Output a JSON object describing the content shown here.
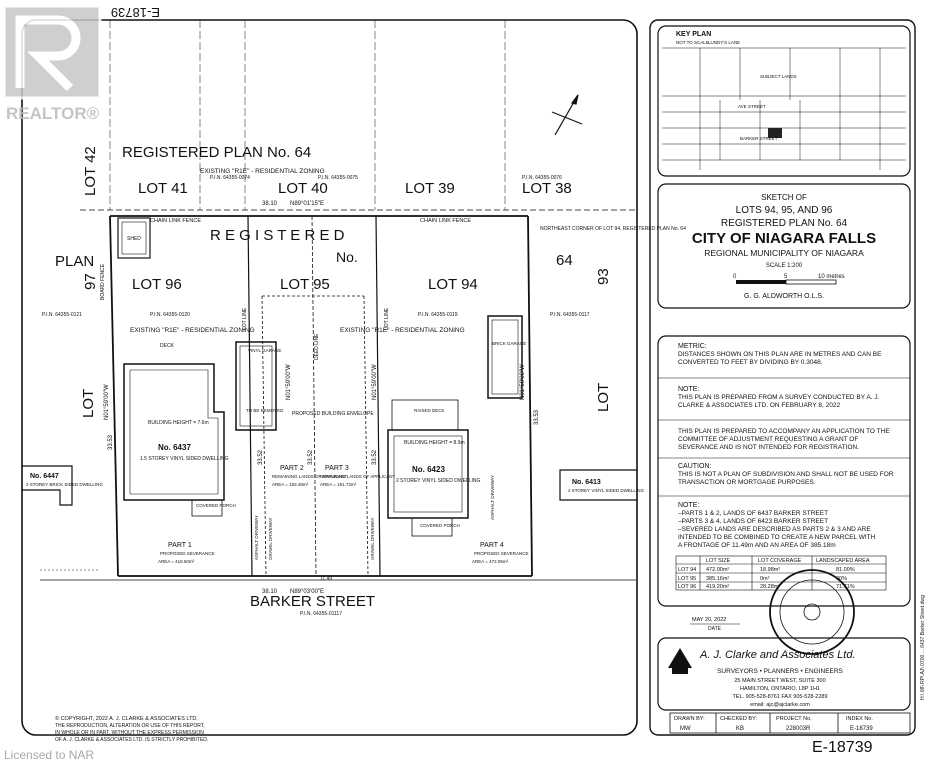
{
  "watermark": {
    "brand": "REALTOR®",
    "licence": "Licensed to NAR"
  },
  "drawing_number": "E-18739",
  "plan_top": {
    "registered_plan": "REGISTERED   PLAN   No.   64",
    "existing_zoning": "EXISTING   \"R1E\"  -  RESIDENTIAL   ZONING",
    "lots": [
      "LOT 41",
      "LOT 40",
      "LOT 39",
      "LOT 38"
    ],
    "lot_42": "LOT 42",
    "pins": [
      "P.I.N. 64355-0074",
      "P.I.N. 64355-0075",
      "P.I.N. 64355-0076"
    ]
  },
  "plan_main": {
    "registered": "R E G I S T E R E D",
    "no": "No.",
    "plan": "PLAN",
    "plan_97": "97",
    "plan_64": "64",
    "plan_93": "93",
    "lots": [
      "LOT 96",
      "LOT 95",
      "LOT 94"
    ],
    "lot_left": "LOT",
    "lot_right": "LOT",
    "chain_fence": "CHAIN LINK FENCE",
    "board_fence": "BOARD FENCE",
    "shed": "SHED",
    "deck": "DECK",
    "raised_deck": "RAISED DECK",
    "vinyl_garage": "VINYL GARAGE",
    "brick_garage": "BRICK GARAGE",
    "to_be_removed": "TO BE REMOVED",
    "house_6437": {
      "no": "No. 6437",
      "desc": "1.5 STOREY VINYL SIDED DWELLING",
      "height": "BUILDING HEIGHT = 7.6m"
    },
    "house_6423": {
      "no": "No. 6423",
      "desc": "2 STOREY VINYL SIDED DWELLING",
      "height": "BUILDING HEIGHT = 8.9m"
    },
    "house_6447": {
      "no": "No. 6447",
      "desc": "2 STOREY BRICK SIDED DWELLING"
    },
    "house_6413": {
      "no": "No. 6413",
      "desc": "2 STOREY VINYL SIDED DWELLING"
    },
    "part1": {
      "label": "PART 1",
      "desc": "PROPOSED SEVERANCE",
      "area": "AREA = 418.50m²"
    },
    "part2": {
      "label": "PART 2",
      "desc": "REMAINING LANDS OF APPLICANT",
      "area": "AREA = 193.48m²"
    },
    "part3": {
      "label": "PART 3",
      "desc": "REMAINING LANDS OF APPLICANT",
      "area": "AREA = 191.72m²"
    },
    "part4": {
      "label": "PART 4",
      "desc": "PROPOSED SEVERANCE",
      "area": "AREA = 472.05m²"
    },
    "building_envelope": "PROPOSED BUILDING ENVELOPE",
    "covered_porch": "COVERED PORCH",
    "asphalt_driveway": "ASPHALT DRIVEWAY",
    "gravel_driveway": "GRAVEL DRIVEWAY",
    "lot_line": "LOT LINE",
    "deed_line": "DEED LINE",
    "bearing_top": "N89°01'15\"E",
    "bearing_bottom": "N89°03'00\"E",
    "bearing_vertical": "N01°59'00\"W",
    "ne_corner": "NORTHEAST CORNER OF LOT 94, REGISTERED PLAN No. 64",
    "dim_38_10": "38.10",
    "dim_11_49": "11.49",
    "dim_33_53": "33.53",
    "dim_33_52": "33.52",
    "street": "BARKER STREET",
    "street_pin": "P.I.N. 64355-01117",
    "pin_left": "P.I.N. 64355-0121",
    "pin_lot96": "P.I.N. 64355-0120",
    "pin_lot94": "P.I.N. 64355-0119",
    "pin_right": "P.I.N. 64355-0117"
  },
  "copyright": {
    "line1": "© COPYRIGHT, 2022   A. J. CLARKE & ASSOCIATES LTD.",
    "line2": "THE REPRODUCTION, ALTERATION OR USE OF THIS REPORT,",
    "line3": "IN WHOLE OR IN PART, WITHOUT THE EXPRESS PERMISSION",
    "line4": "OF A. J. CLARKE & ASSOCIATES LTD. IS STRICTLY PROHIBITED."
  },
  "key_plan": {
    "title": "KEY PLAN",
    "not_to_scale": "NOT TO SCALE",
    "lundys": "LUNDY'S LANE",
    "subject": "SUBJECT LANDS",
    "ave": "AVE STREET",
    "barker": "BARKER STREET"
  },
  "title_block": {
    "sketch_of": "SKETCH OF",
    "lots": "LOTS 94, 95, AND 96",
    "reg_plan": "REGISTERED PLAN No. 64",
    "city": "CITY OF NIAGARA FALLS",
    "region": "REGIONAL MUNICIPALITY OF NIAGARA",
    "scale": "SCALE 1:200",
    "scale_ticks": [
      "0",
      "5",
      "10 metres"
    ],
    "surveyor": "G. G. ALDWORTH O.L.S."
  },
  "metric": {
    "title": "METRIC:",
    "text": "DISTANCES SHOWN ON THIS PLAN ARE IN METRES AND CAN BE CONVERTED TO FEET BY DIVIDING BY 0.3048."
  },
  "note1": {
    "title": "NOTE:",
    "text": "THIS PLAN IS PREPARED FROM A SURVEY CONDUCTED BY A. J. CLARKE & ASSOCIATES LTD. ON FEBRUARY 8, 2022"
  },
  "note2": {
    "text": "THIS PLAN IS PREPARED TO ACCOMPANY AN APPLICATION TO THE COMMITTEE OF ADJUSTMENT REQUESTING A GRANT OF SEVERANCE AND IS NOT INTENDED FOR REGISTRATION."
  },
  "caution": {
    "title": "CAUTION:",
    "text": "THIS IS NOT A PLAN OF SUBDIVISION AND SHALL NOT BE USED FOR TRANSACTION OR MORTGAGE PURPOSES."
  },
  "note3": {
    "title": "NOTE:",
    "lines": [
      "–PARTS 1 & 2, LANDS OF 6437 BARKER STREET",
      "–PARTS 3 & 4, LANDS OF 6423 BARKER STREET",
      "–SEVERED LANDS ARE DESCRIBED AS PARTS 2 & 3 AND ARE",
      "INTENDED TO BE COMBINED TO CREATE A NEW PARCEL WITH",
      "A FRONTAGE OF 11.49m AND AN AREA OF 385.18m"
    ]
  },
  "lot_table": {
    "headers": [
      "",
      "LOT SIZE",
      "LOT COVERAGE",
      "LANDSCAPED AREA"
    ],
    "rows": [
      [
        "LOT 94",
        "472.00m²",
        "18.98m²",
        "81.00%"
      ],
      [
        "LOT 95",
        "385.16m²",
        "0m²",
        "00%"
      ],
      [
        "LOT 96",
        "419.20m²",
        "28.28m²",
        "71.71%"
      ]
    ]
  },
  "date": {
    "value": "MAY 20, 2022",
    "label": "DATE"
  },
  "company": {
    "name": "A. J. Clarke and Associates Ltd.",
    "services": "SURVEYORS • PLANNERS • ENGINEERS",
    "address1": "25 MAIN STREET WEST, SUITE 300",
    "address2": "HAMILTON, ONTARIO, L8P 1H1",
    "phone": "TEL. 905-528-8761   FAX 905-528-2289",
    "email": "email: ajc@ajclarke.com"
  },
  "footer": {
    "headers": [
      "DRAWN BY:",
      "CHECKED BY:",
      "PROJECT No.",
      "INDEX No."
    ],
    "values": [
      "MW",
      "KB",
      "228003R",
      "E-18739"
    ]
  },
  "side_path": "H:\\ 08\\ RP\\ AJ\\ 0700 ... 6437 Barker Street.dwg"
}
